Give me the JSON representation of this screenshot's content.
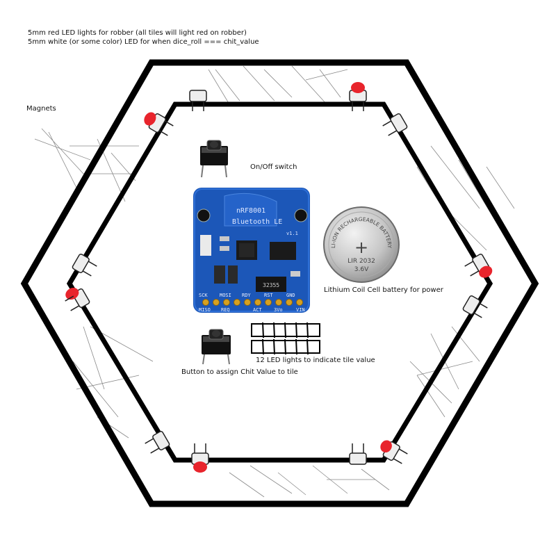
{
  "notes": {
    "line1": "5mm red LED lights for robber (all tiles will light red on robber)",
    "line2": "5mm white (or some color) LED for when dice_roll === chit_value"
  },
  "labels": {
    "magnets": "Magnets",
    "onoff": "On/Off switch",
    "battery": "Lithium Coil Cell battery for power",
    "leds": "12 LED lights to indicate tile value",
    "button": "Button to assign Chit Value to tile"
  },
  "board": {
    "name": "nRF8001",
    "subtitle": "Bluetooth LE",
    "version": "v1.1",
    "chip": "32355",
    "pins_top": [
      "SCK",
      "MOSI",
      "RDY",
      "RST",
      "GND"
    ],
    "pins_bottom": [
      "MISO",
      "REQ",
      "ACT",
      "3Vo",
      "VIN"
    ]
  },
  "battery_face": {
    "arc": "LI-ION RECHARGEABLE BATTERY",
    "symbol": "+",
    "model": "LIR 2032",
    "voltage": "3.6V"
  },
  "colors": {
    "outline": "#000000",
    "pcb": "#1c57b8",
    "led_red": "#e8242c",
    "coin": "#c9c9c9"
  }
}
